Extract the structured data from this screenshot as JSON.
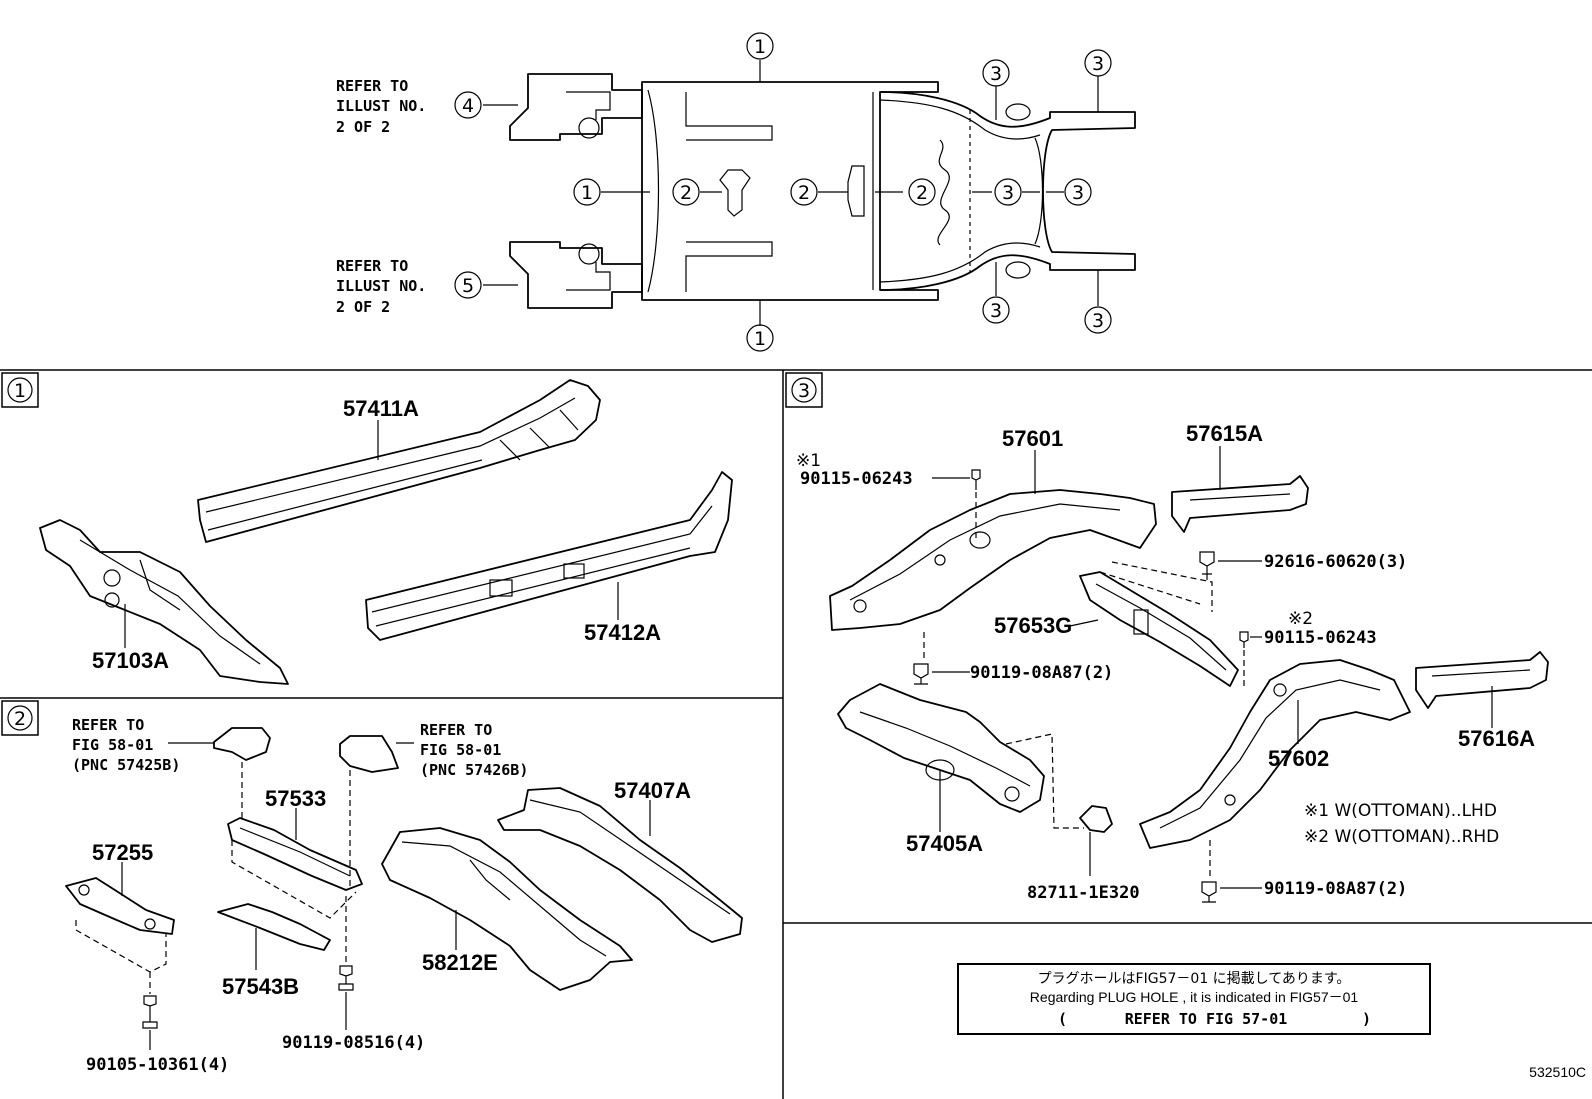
{
  "overview": {
    "refer_top": [
      "REFER TO",
      "ILLUST NO.",
      "2 OF 2"
    ],
    "refer_top_num": "4",
    "refer_bottom": [
      "REFER TO",
      "ILLUST NO.",
      "2 OF 2"
    ],
    "refer_bottom_num": "5",
    "callouts": [
      "1",
      "1",
      "1",
      "2",
      "2",
      "2",
      "3",
      "3",
      "3",
      "3",
      "3",
      "3"
    ]
  },
  "section1": {
    "tag": "1",
    "parts": [
      "57411A",
      "57412A",
      "57103A"
    ]
  },
  "section2": {
    "tag": "2",
    "refer_left": [
      "REFER TO",
      "FIG 58-01",
      "(PNC 57425B)"
    ],
    "refer_right": [
      "REFER TO",
      "FIG 58-01",
      "(PNC 57426B)"
    ],
    "parts": [
      "57533",
      "57407A",
      "57255",
      "58212E",
      "57543B",
      "90105-10361(4)",
      "90119-08516(4)"
    ]
  },
  "section3": {
    "tag": "3",
    "parts": [
      "57601",
      "57615A",
      "92616-60620(3)",
      "57653G",
      "90119-08A87(2)",
      "57616A",
      "57602",
      "57405A",
      "82711-1E320",
      "90119-08A87(2)"
    ],
    "note1_mark": "※1",
    "note1_part": "90115-06243",
    "note2_mark": "※2",
    "note2_part": "90115-06243",
    "legend": [
      "※1 W(OTTOMAN)..LHD",
      "※2 W(OTTOMAN)..RHD"
    ]
  },
  "notice": {
    "jp": "プラグホールはFIG57－01 に掲載してあります。",
    "en": "Regarding  PLUG HOLE , it is indicated in FIG57－01",
    "refer_open": "(",
    "refer": "REFER TO FIG 57-01",
    "refer_close": ")"
  },
  "code": "532510C"
}
